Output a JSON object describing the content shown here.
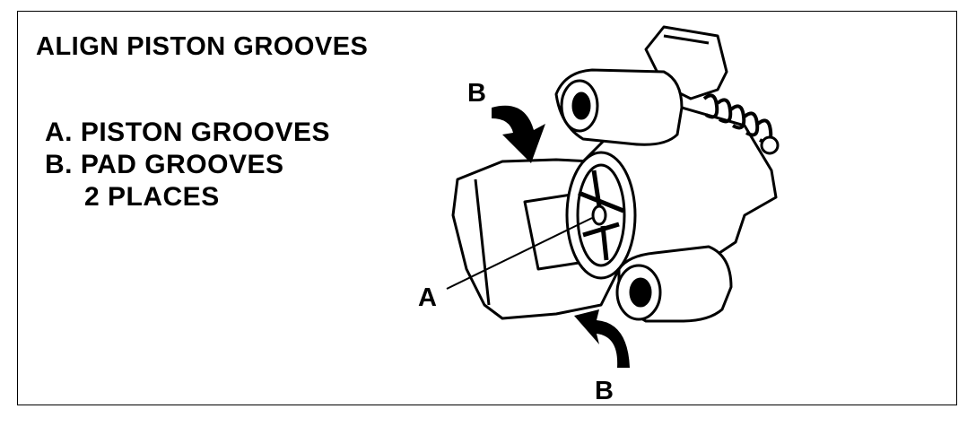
{
  "title": "ALIGN PISTON GROOVES",
  "legend": {
    "a": "A. PISTON GROOVES",
    "b": "B. PAD GROOVES",
    "b_note": "2 PLACES"
  },
  "callouts": {
    "a": "A",
    "b_top": "B",
    "b_bottom": "B"
  }
}
